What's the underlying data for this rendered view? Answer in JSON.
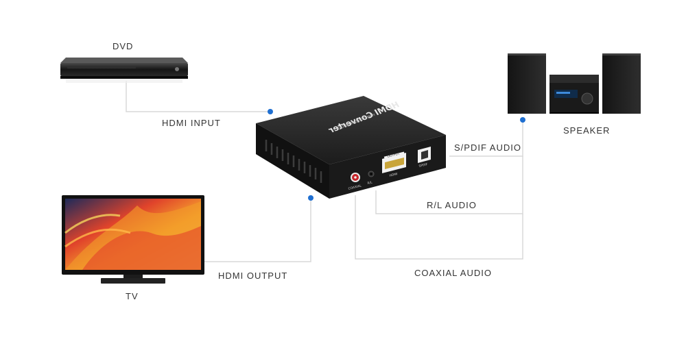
{
  "devices": {
    "dvd": {
      "label": "DVD"
    },
    "tv": {
      "label": "TV"
    },
    "speaker": {
      "label": "SPEAKER"
    },
    "converter": {
      "title": "HDMI Converter",
      "subtitle": "HDMI TO HDMI+AUDIO",
      "ports": {
        "coaxial": "COAXIAL",
        "rl": "R/L",
        "output": "OUTPUT",
        "hdmi": "HDMI",
        "spdif": "SPDIF"
      }
    }
  },
  "connections": {
    "hdmi_input": "HDMI INPUT",
    "hdmi_output": "HDMI OUTPUT",
    "spdif_audio": "S/PDIF AUDIO",
    "rl_audio": "R/L AUDIO",
    "coaxial_audio": "COAXIAL AUDIO"
  },
  "colors": {
    "line": "#d8d8d8",
    "dot": "#1f6fd1",
    "text": "#333333",
    "device": "#1a1a1a"
  }
}
